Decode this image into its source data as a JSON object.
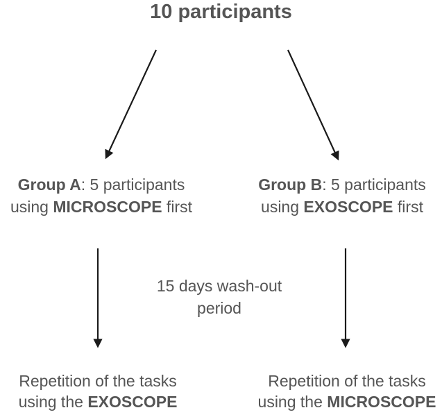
{
  "title": "10 participants",
  "group_a": {
    "name": "Group A",
    "line1_rest": ": 5 participants",
    "line2_pre": "using ",
    "line2_device": "MICROSCOPE",
    "line2_post": " first"
  },
  "group_b": {
    "name": "Group B",
    "line1_rest": ": 5 participants",
    "line2_pre": "using ",
    "line2_device": "EXOSCOPE",
    "line2_post": " first"
  },
  "washout": {
    "line1": "15 days wash-out",
    "line2": "period"
  },
  "outcome_a": {
    "line1": "Repetition of the tasks",
    "line2_pre": "using the ",
    "line2_device": "EXOSCOPE"
  },
  "outcome_b": {
    "line1": "Repetition of the tasks",
    "line2_pre": "using the ",
    "line2_device": "MICROSCOPE"
  },
  "colors": {
    "text": "#555555",
    "arrow": "#1a1a1a",
    "background": "#ffffff"
  }
}
